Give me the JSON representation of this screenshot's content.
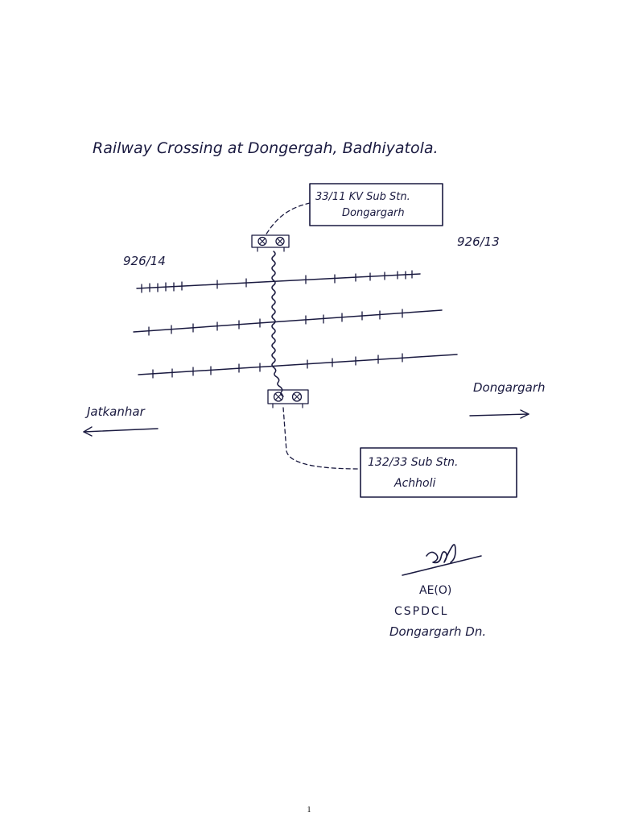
{
  "title": "Railway Crossing at Dongergah, Badhiyatola.",
  "substation_top": {
    "line1": "33/11 KV Sub Stn.",
    "line2": "Dongargarh"
  },
  "substation_bottom": {
    "line1": "132/33 Sub Stn.",
    "line2": "Achholi"
  },
  "pole_left": "926/14",
  "pole_right": "926/13",
  "direction_left": "Jatkanhar",
  "direction_right": "Dongargarh",
  "signature_block": {
    "line1": "AE(O)",
    "line2": "CSPDCL",
    "line3": "Dongargarh Dn."
  },
  "page_number": "1"
}
